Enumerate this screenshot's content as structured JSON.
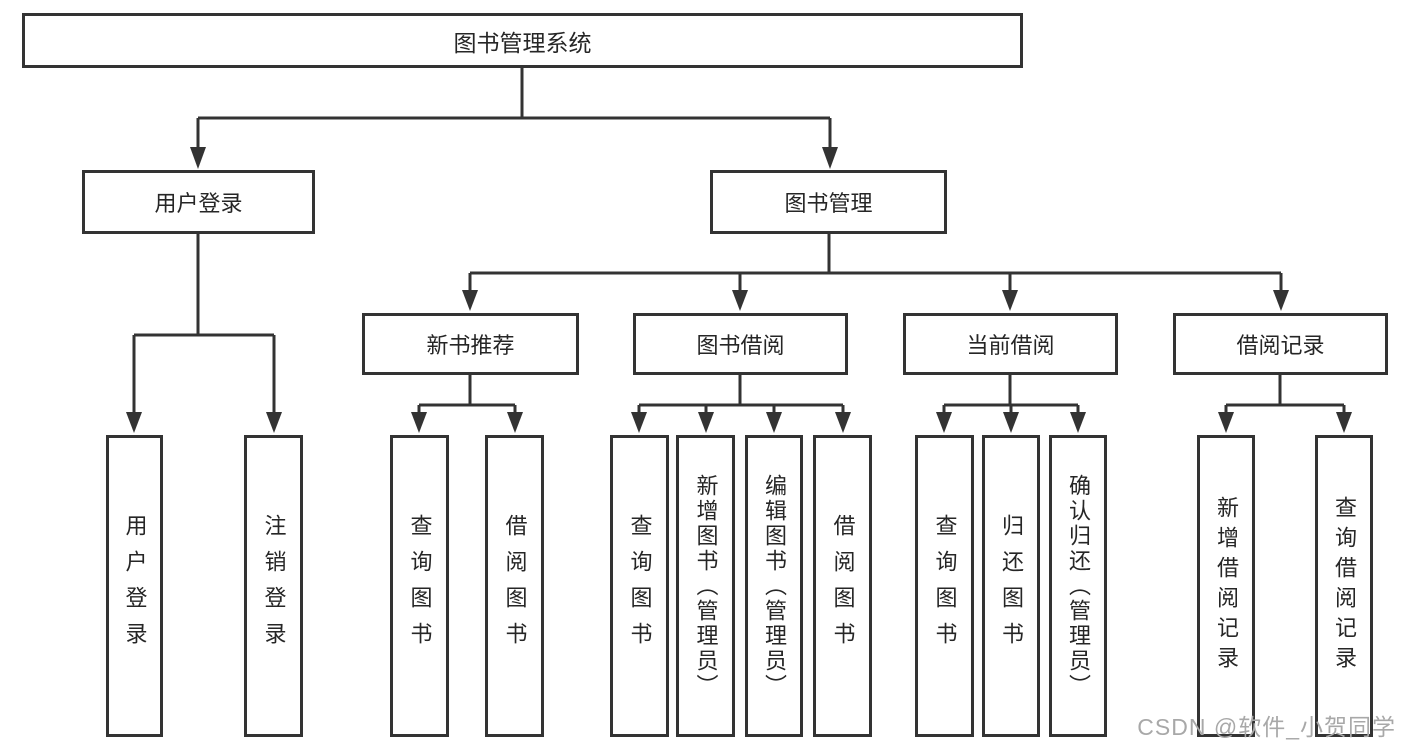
{
  "diagram_type": "hierarchy-tree",
  "tree": {
    "root": {
      "label": "图书管理系统",
      "children": [
        {
          "label": "用户登录",
          "children": [
            {
              "label": "用户登录"
            },
            {
              "label": "注销登录"
            }
          ]
        },
        {
          "label": "图书管理",
          "children": [
            {
              "label": "新书推荐",
              "children": [
                {
                  "label": "查询图书"
                },
                {
                  "label": "借阅图书"
                }
              ]
            },
            {
              "label": "图书借阅",
              "children": [
                {
                  "label": "查询图书"
                },
                {
                  "label": "新增图书（管理员）"
                },
                {
                  "label": "编辑图书（管理员）"
                },
                {
                  "label": "借阅图书"
                }
              ]
            },
            {
              "label": "当前借阅",
              "children": [
                {
                  "label": "查询图书"
                },
                {
                  "label": "归还图书"
                },
                {
                  "label": "确认归还（管理员）"
                }
              ]
            },
            {
              "label": "借阅记录",
              "children": [
                {
                  "label": "新增借阅记录"
                },
                {
                  "label": "查询借阅记录"
                }
              ]
            }
          ]
        }
      ]
    }
  },
  "watermark": {
    "text": "CSDN @软件_小贺同学"
  },
  "colors": {
    "line": "#333333",
    "box_border": "#333333",
    "box_fill": "#ffffff",
    "text": "#262626",
    "watermark": "#a8a8a8",
    "background": "#ffffff"
  }
}
